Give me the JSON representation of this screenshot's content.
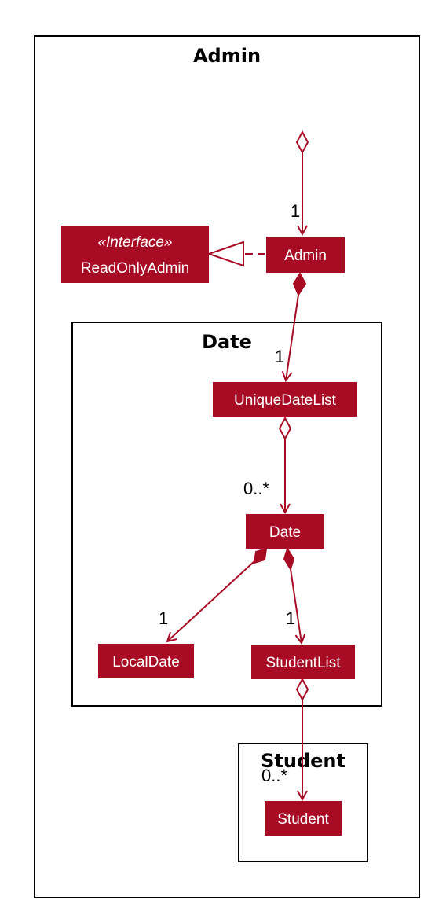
{
  "colors": {
    "class_fill": "#a80b24",
    "class_text": "#ffffff",
    "relation": "#a80b24",
    "package_border": "#000000"
  },
  "packages": {
    "admin": "Admin",
    "date": "Date",
    "student": "Student"
  },
  "classes": {
    "read_only_admin_stereotype": "«Interface»",
    "read_only_admin": "ReadOnlyAdmin",
    "admin": "Admin",
    "unique_date_list": "UniqueDateList",
    "date": "Date",
    "local_date": "LocalDate",
    "student_list": "StudentList",
    "student": "Student"
  },
  "multiplicities": {
    "to_admin": "1",
    "admin_to_unique_date_list": "1",
    "unique_date_list_to_date": "0..*",
    "date_to_local_date": "1",
    "date_to_student_list": "1",
    "student_list_to_student": "0..*"
  }
}
